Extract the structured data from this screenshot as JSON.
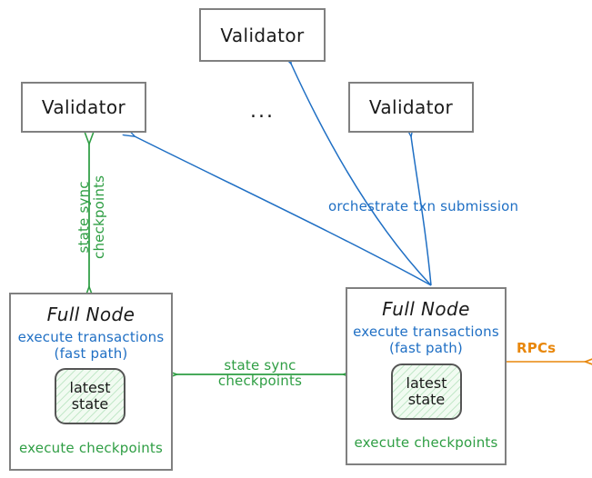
{
  "diagram": {
    "title_semantic": "sui-network-fullnode-validator-architecture",
    "colors": {
      "blue": "#1f6fc4",
      "green": "#2f9e44",
      "orange": "#e8870c",
      "box_border": "#808080",
      "text": "#1a1a1a",
      "state_fill": "#f1fbf1"
    },
    "validators": [
      {
        "id": "validator-top",
        "label": "Validator"
      },
      {
        "id": "validator-left",
        "label": "Validator"
      },
      {
        "id": "validator-right",
        "label": "Validator"
      }
    ],
    "ellipsis": "...",
    "full_nodes": [
      {
        "id": "full-node-left",
        "title": "Full Node",
        "blue_line1": "execute transactions",
        "blue_line2": "(fast path)",
        "state_line1": "latest",
        "state_line2": "state",
        "green_footer": "execute checkpoints"
      },
      {
        "id": "full-node-right",
        "title": "Full Node",
        "blue_line1": "execute transactions",
        "blue_line2": "(fast path)",
        "state_line1": "latest",
        "state_line2": "state",
        "green_footer": "execute checkpoints"
      }
    ],
    "edges": {
      "vertical_state_sync": {
        "line1": "state sync",
        "line2": "checkpoints",
        "color": "#2f9e44",
        "direction": "bidirectional"
      },
      "horizontal_state_sync": {
        "line1": "state sync",
        "line2": "checkpoints",
        "color": "#2f9e44",
        "direction": "bidirectional"
      },
      "orchestrate": {
        "label": "orchestrate txn submission",
        "color": "#1f6fc4",
        "direction": "to-validators"
      },
      "rpcs": {
        "label": "RPCs",
        "color": "#e8870c",
        "direction": "outbound"
      }
    }
  }
}
